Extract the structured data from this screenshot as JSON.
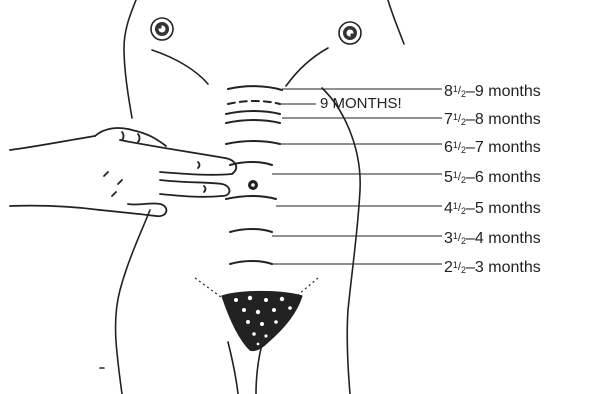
{
  "labels": [
    {
      "whole": "8",
      "num": "1",
      "den": "2",
      "rest": "–9 months"
    },
    {
      "whole": "7",
      "num": "1",
      "den": "2",
      "rest": "–8 months"
    },
    {
      "whole": "6",
      "num": "1",
      "den": "2",
      "rest": "–7 months"
    },
    {
      "whole": "5",
      "num": "1",
      "den": "2",
      "rest": "–6 months"
    },
    {
      "whole": "4",
      "num": "1",
      "den": "2",
      "rest": "–5 months"
    },
    {
      "whole": "3",
      "num": "1",
      "den": "2",
      "rest": "–4 months"
    },
    {
      "whole": "2",
      "num": "1",
      "den": "2",
      "rest": "–3 months"
    }
  ],
  "callout": "9 MONTHS!",
  "colors": {
    "ink": "#222222",
    "background": "#ffffff"
  }
}
